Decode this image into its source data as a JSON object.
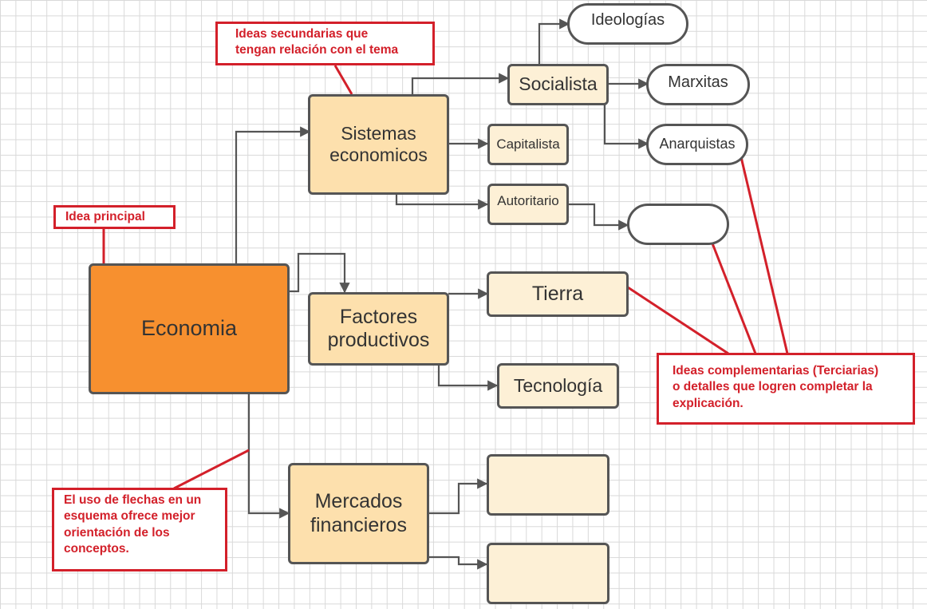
{
  "nodes": {
    "economia": "Economia",
    "sistemas": "Sistemas\neconomicos",
    "factores": "Factores\nproductivos",
    "mercados": "Mercados\nfinancieros",
    "socialista": "Socialista",
    "capitalista": "Capitalista",
    "autoritario": "Autoritario",
    "ideologias": "Ideologías",
    "marxitas": "Marxitas",
    "anarquistas": "Anarquistas",
    "tierra": "Tierra",
    "tecnologia": "Tecnología"
  },
  "notes": {
    "secundarias": "Ideas secundarias que\ntengan relación con el tema",
    "principal": "Idea principal",
    "flechas": "El uso de flechas en un\nesquema ofrece mejor\norientación de los\nconceptos.",
    "complementarias": "Ideas complementarias (Terciarias)\no detalles que logren completar la\nexplicación."
  },
  "colors": {
    "main_node": "#f7902f",
    "secondary_node": "#fde0ad",
    "tertiary_node": "#fdf0d6",
    "annotation": "#d3202a",
    "connector": "#555555",
    "grid": "#d9d9d9"
  }
}
